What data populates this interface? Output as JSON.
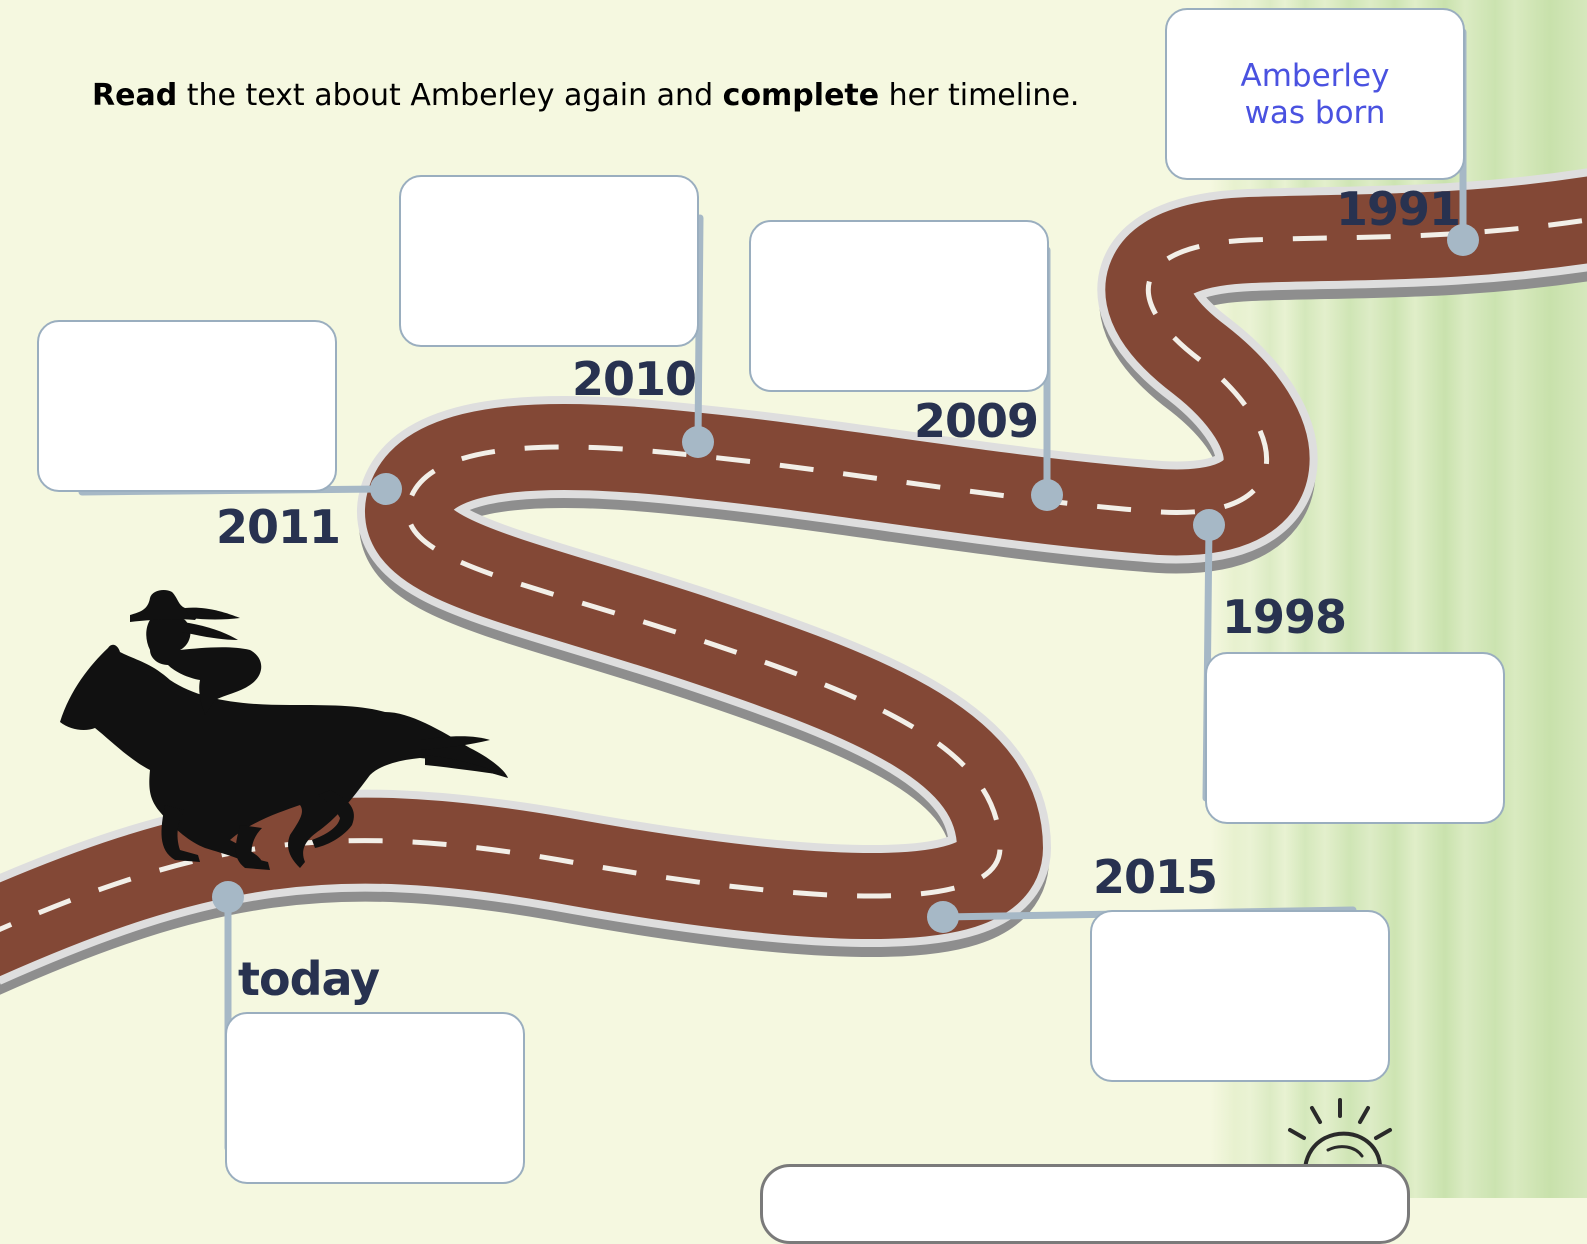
{
  "instruction": {
    "word1": "Read",
    "text1": " the text about Amberley again and ",
    "word2": "complete",
    "text2": " her timeline."
  },
  "colors": {
    "road": "#834836",
    "road_edge": "#d6d6d6",
    "connector": "#a6b8c6",
    "year_text": "#283250",
    "handwriting": "#4a52e0",
    "background": "#f5f8e0"
  },
  "timeline": [
    {
      "year": "1991",
      "answer_line1": "Amberley",
      "answer_line2": "was born"
    },
    {
      "year": "1998",
      "answer_line1": "",
      "answer_line2": ""
    },
    {
      "year": "2009",
      "answer_line1": "",
      "answer_line2": ""
    },
    {
      "year": "2010",
      "answer_line1": "",
      "answer_line2": ""
    },
    {
      "year": "2011",
      "answer_line1": "",
      "answer_line2": ""
    },
    {
      "year": "2015",
      "answer_line1": "",
      "answer_line2": ""
    },
    {
      "year": "today",
      "answer_line1": "",
      "answer_line2": ""
    }
  ],
  "icons": {
    "rider": "horse-rider-silhouette-icon",
    "tip": "lightbulb-icon"
  }
}
